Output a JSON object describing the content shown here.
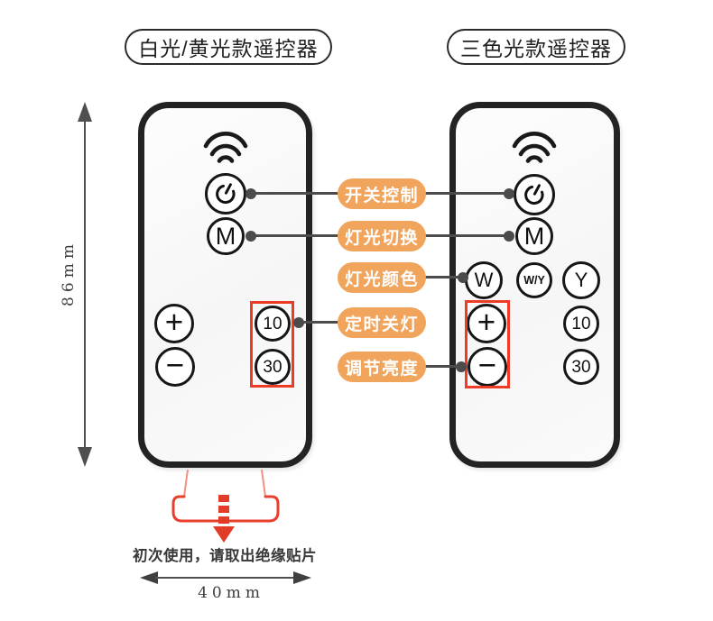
{
  "titles": {
    "left": "白光/黄光款遥控器",
    "right": "三色光款遥控器"
  },
  "annotations": [
    {
      "id": "power-control",
      "label": "开关控制"
    },
    {
      "id": "light-switch",
      "label": "灯光切换"
    },
    {
      "id": "light-color",
      "label": "灯光颜色"
    },
    {
      "id": "timer-off",
      "label": "定时关灯"
    },
    {
      "id": "brightness-adjust",
      "label": "调节亮度"
    }
  ],
  "buttons": {
    "mode": "M",
    "white": "W",
    "white_yellow": "W/Y",
    "yellow": "Y",
    "plus": "+",
    "minus": "−",
    "timer10": "10",
    "timer30": "30"
  },
  "icons": {
    "signal": "signal-waves-icon",
    "power": "power-icon",
    "pull_arrow": "down-arrow-icon"
  },
  "dimensions": {
    "height": "86mm",
    "width": "40mm"
  },
  "note": "初次使用，请取出绝缘贴片",
  "colors": {
    "accent_orange": "#F1A45C",
    "highlight_red": "#EE3B25",
    "tab_red": "#E8402C",
    "tab_light_red": "#F2907F",
    "connector_gray": "#4B4B4B",
    "remote_border": "#232323"
  }
}
